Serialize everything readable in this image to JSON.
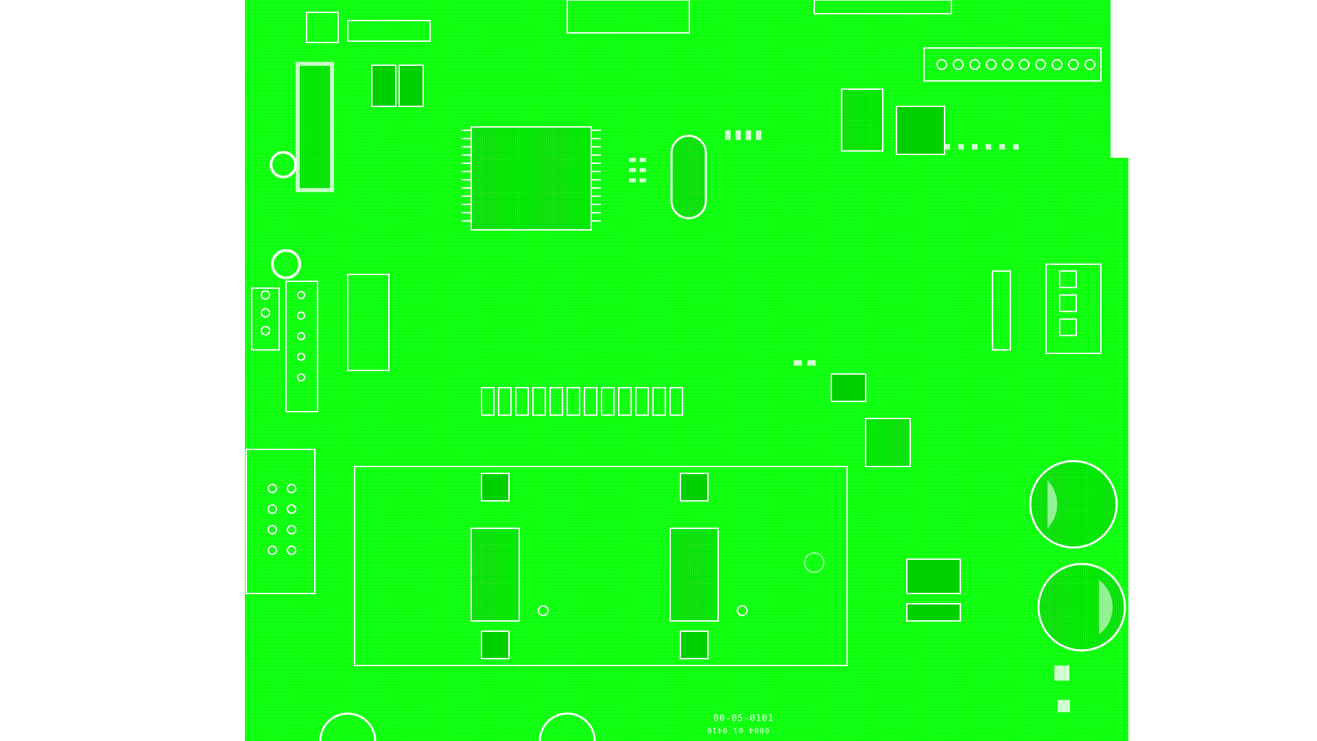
{
  "image": {
    "kind": "dithered-photo",
    "subject": "circuit-board",
    "palette": {
      "background": "#ffffff",
      "board": "#00ff00",
      "silkscreen": "#ffffff",
      "shadow": "#00d800"
    }
  },
  "silkscreen": {
    "board_code": "00-05-0101",
    "board_code_rev": "0004 01 0410"
  }
}
